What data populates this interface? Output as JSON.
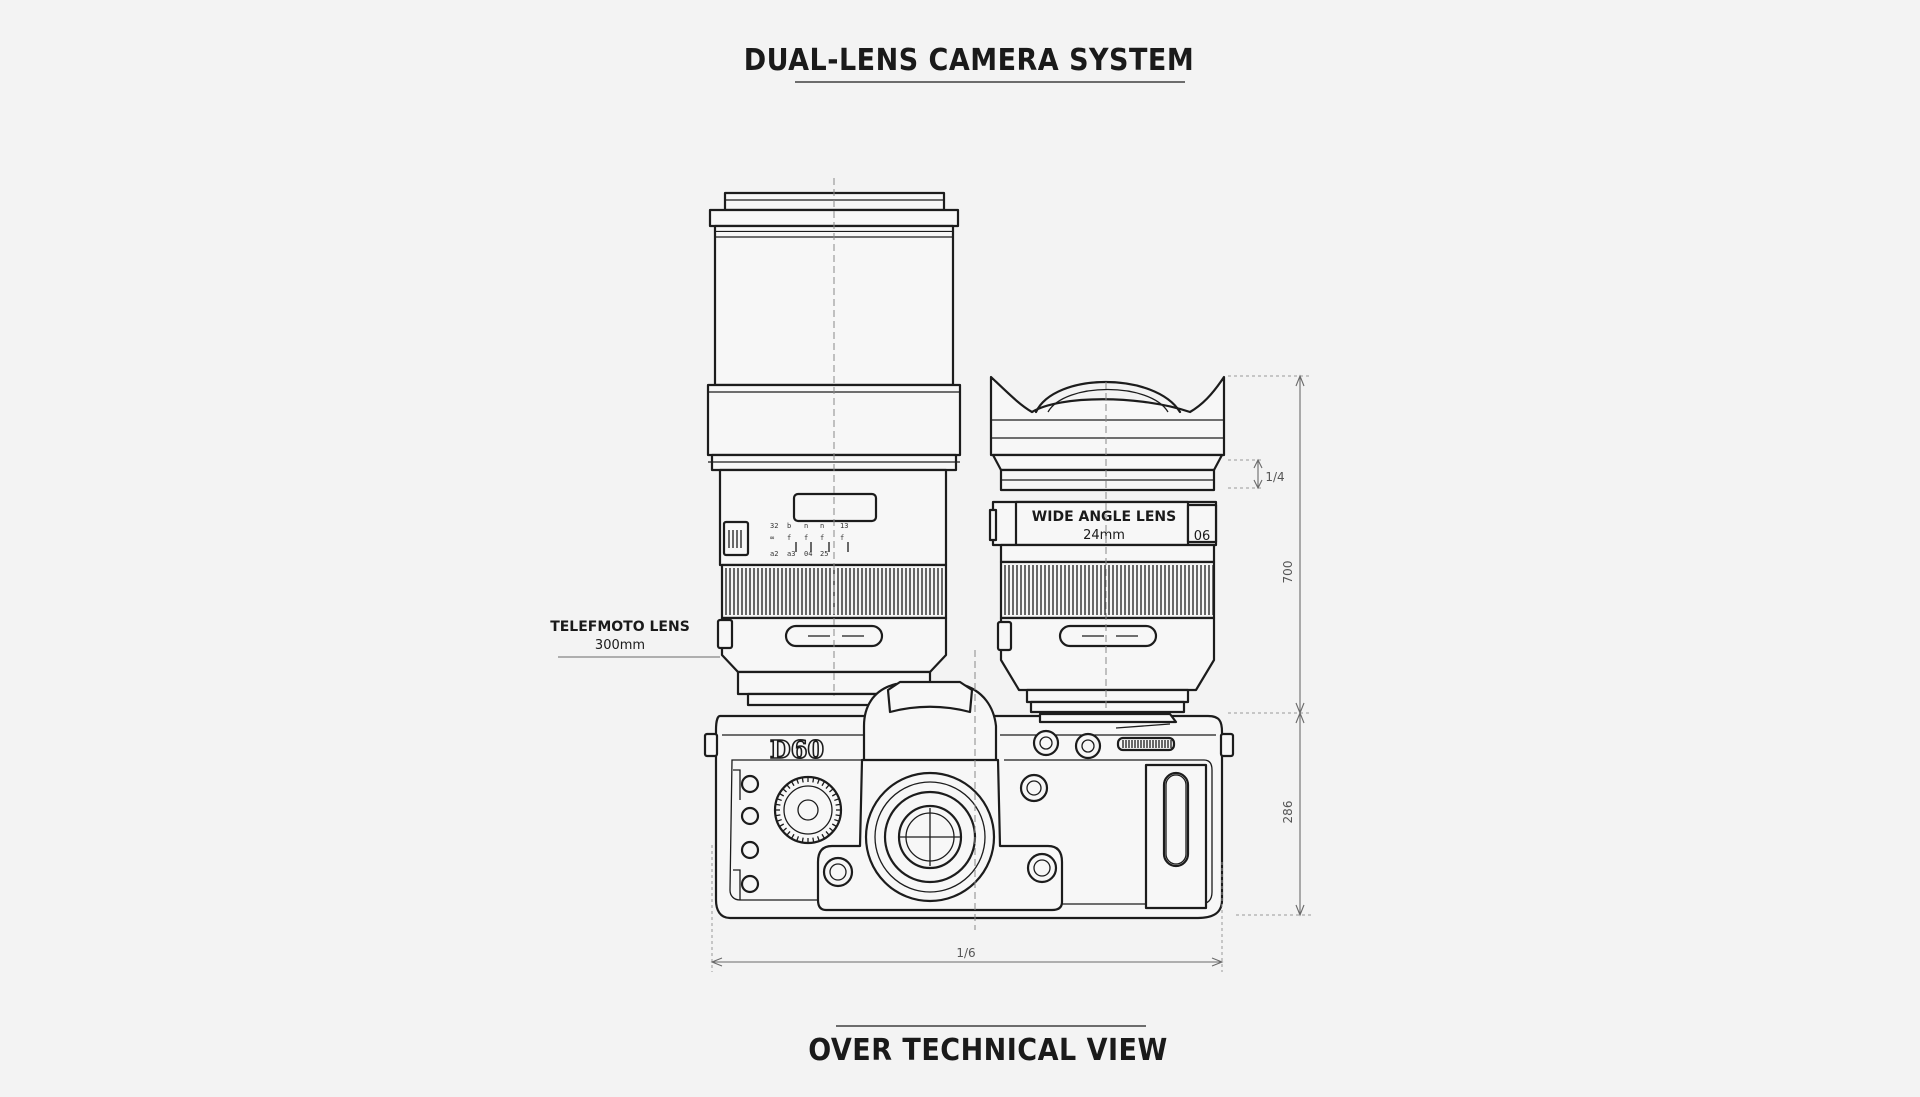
{
  "diagram": {
    "title": "DUAL-LENS CAMERA SYSTEM",
    "footer": "OVER TECHNICAL VIEW",
    "telephoto": {
      "name": "TELEFMOTO LENS",
      "focal": "300mm"
    },
    "wide": {
      "name": "WIDE ANGLE LENS",
      "focal": "24mm",
      "badge": "06"
    },
    "body_brand": "D60",
    "dimensions": {
      "hood_step": "1/4",
      "lens_height": "700",
      "body_height": "286",
      "body_width": "1/6"
    }
  }
}
